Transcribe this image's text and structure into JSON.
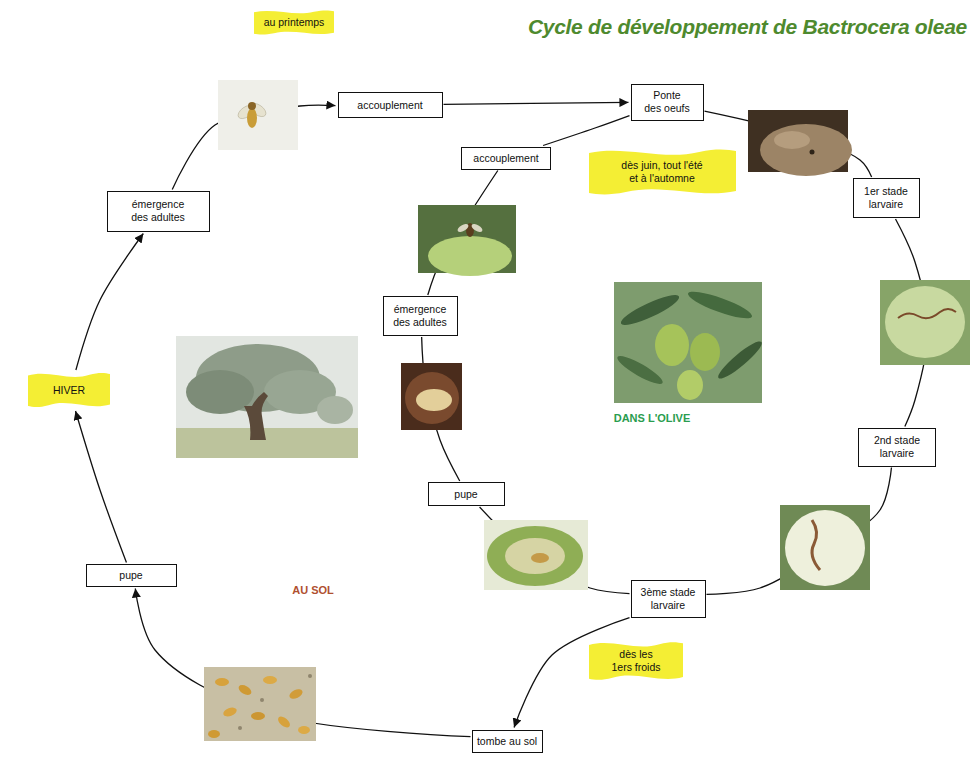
{
  "diagram": {
    "title": "Cycle de développement de Bactrocera oleae",
    "nodes": [
      {
        "text": [
          "au printemps"
        ]
      },
      {
        "text": [
          "accouplement"
        ]
      },
      {
        "text": [
          "Ponte des oeufs"
        ]
      },
      {
        "text": [
          "accouplement"
        ]
      },
      {
        "text": [
          "dès juin, tout l'été et à l'automne"
        ]
      },
      {
        "text": [
          "1er stade larvaire"
        ]
      },
      {
        "text": [
          "émergence des adultes"
        ]
      },
      {
        "text": [
          "émergence des adultes"
        ]
      },
      {
        "text": [
          "HIVER"
        ]
      },
      {
        "text": [
          "2nd stade larvaire"
        ]
      },
      {
        "text": [
          "pupe"
        ]
      },
      {
        "text": [
          "pupe"
        ]
      },
      {
        "text": [
          "3ème stade larvaire"
        ]
      },
      {
        "text": [
          "dès les 1ers froids"
        ]
      },
      {
        "text": [
          "tombe au sol"
        ]
      }
    ],
    "edges": [
      {
        "from": 6,
        "to": 1,
        "arrow": "to"
      },
      {
        "from": 1,
        "to": 2,
        "arrow": "to"
      },
      {
        "from": 2,
        "to": 5,
        "arrow": "none"
      },
      {
        "from": 5,
        "to": 9,
        "arrow": "none"
      },
      {
        "from": 9,
        "to": 12,
        "arrow": "none"
      },
      {
        "from": 12,
        "to": 14,
        "arrow": "to"
      },
      {
        "from": 14,
        "to": 11,
        "arrow": "to"
      },
      {
        "from": 11,
        "to": 8,
        "arrow": "to"
      },
      {
        "from": 8,
        "to": 6,
        "arrow": "to"
      },
      {
        "from": 12,
        "to": 10,
        "arrow": "none"
      },
      {
        "from": 10,
        "to": 7,
        "arrow": "none"
      },
      {
        "from": 7,
        "to": 3,
        "arrow": "none"
      },
      {
        "from": 3,
        "to": 2,
        "arrow": "none"
      }
    ],
    "labels": [
      "DANS L'OLIVE",
      "AU SOL"
    ]
  }
}
